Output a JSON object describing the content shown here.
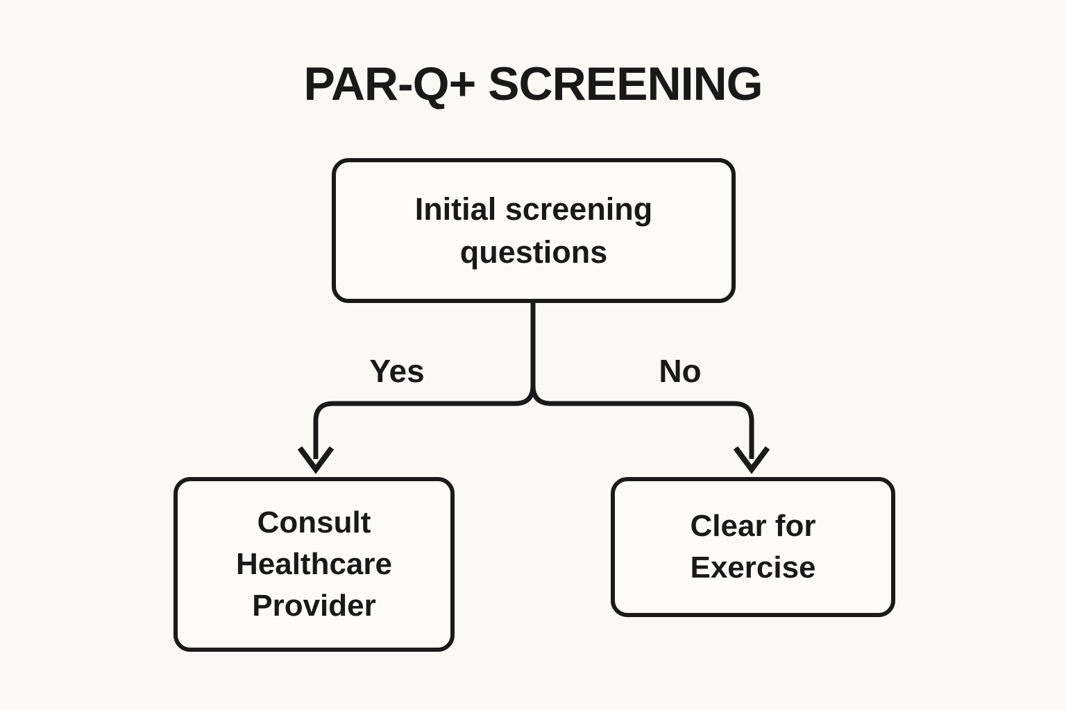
{
  "colors": {
    "background": "#faf9f6",
    "node_fill": "#fcfbf9",
    "stroke": "#1a1a1a",
    "text": "#191919"
  },
  "title": "PAR-Q+ SCREENING",
  "flowchart": {
    "nodes": [
      {
        "id": "initial-screening",
        "label": "Initial screening questions"
      },
      {
        "id": "consult-provider",
        "label": "Consult Healthcare Provider"
      },
      {
        "id": "clear-exercise",
        "label": "Clear for Exercise"
      }
    ],
    "edges": [
      {
        "from": "initial-screening",
        "to": "consult-provider",
        "label": "Yes"
      },
      {
        "from": "initial-screening",
        "to": "clear-exercise",
        "label": "No"
      }
    ]
  }
}
